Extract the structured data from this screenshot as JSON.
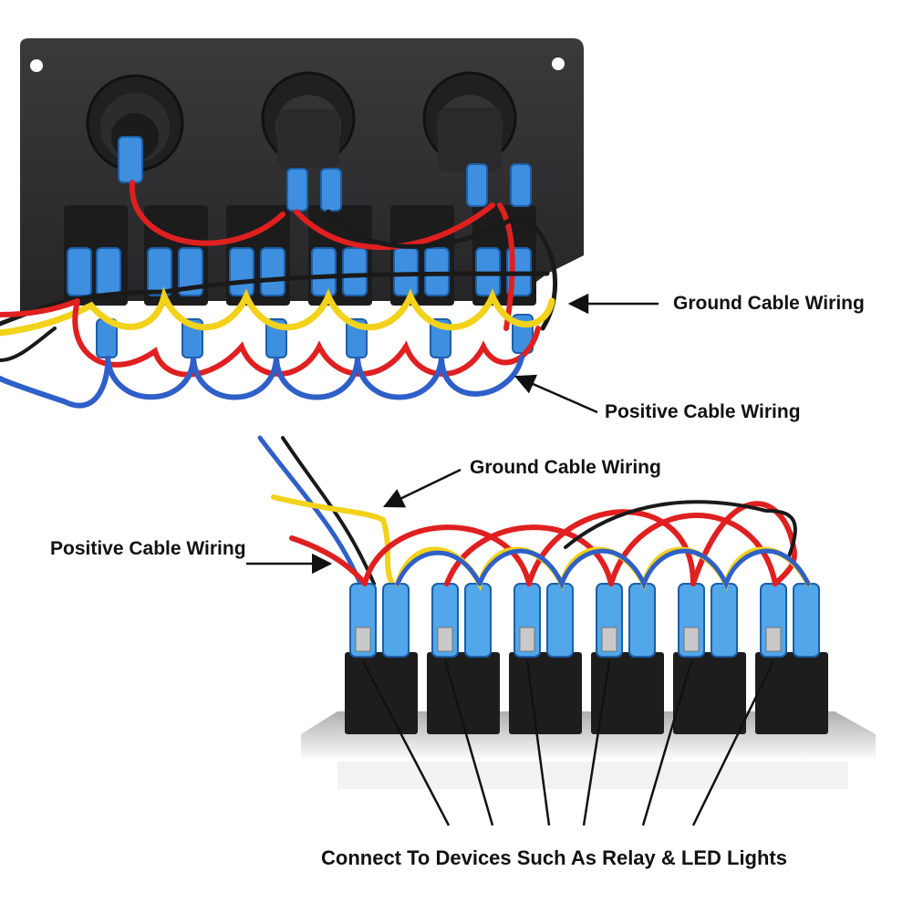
{
  "labels": {
    "ground_top": "Ground Cable Wiring",
    "positive_top": "Positive Cable Wiring",
    "ground_mid": "Ground Cable Wiring",
    "positive_mid": "Positive Cable Wiring",
    "connect": "Connect To Devices Such As Relay & LED Lights"
  },
  "colors": {
    "panel": "#2b2b2d",
    "switch_body": "#1e1e1e",
    "terminal_blue": "#3f8fe0",
    "wire_red": "#e02020",
    "wire_yellow": "#f2d21a",
    "wire_blue": "#2f5fc8",
    "wire_black": "#1a1a1a"
  },
  "photo": {
    "top_socket_count": 3,
    "top_switch_count": 6,
    "bottom_switch_count": 6
  }
}
